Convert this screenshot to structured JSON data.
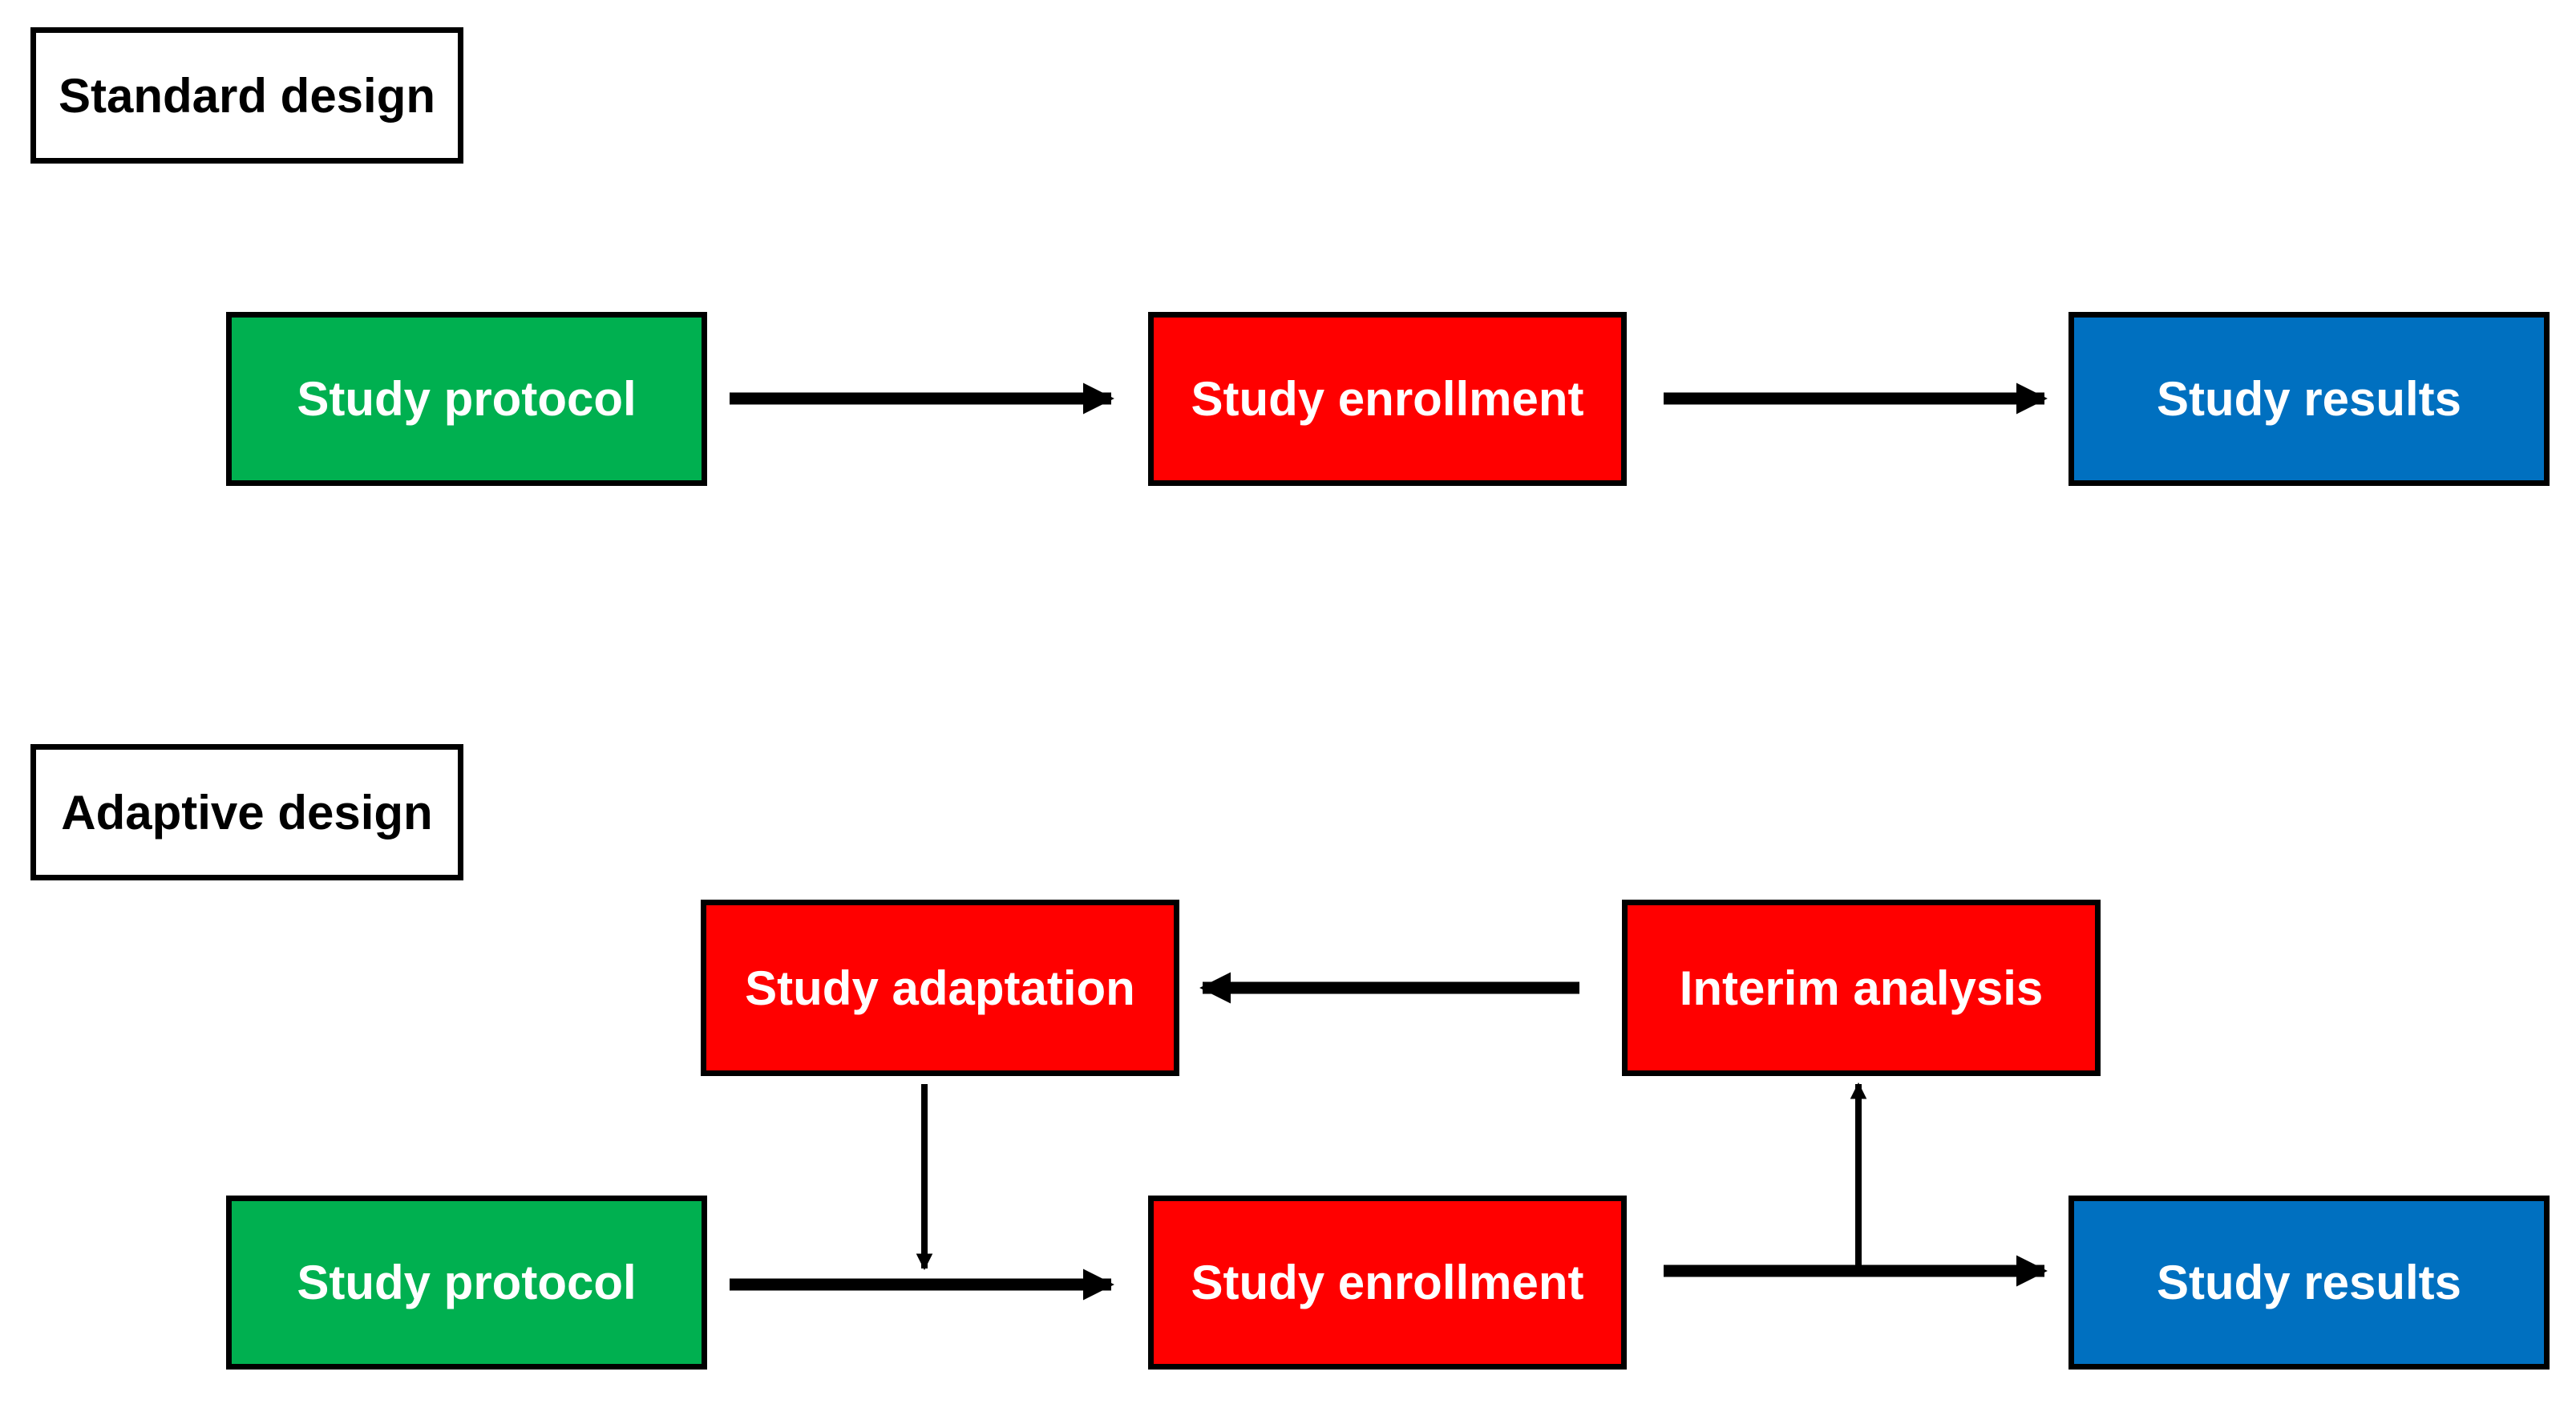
{
  "colors": {
    "green": "#00B050",
    "red": "#FF0000",
    "blue": "#0070C0",
    "border": "#000000",
    "arrow": "#000000"
  },
  "standard": {
    "label": "Standard design",
    "protocol": "Study protocol",
    "enrollment": "Study enrollment",
    "results": "Study results"
  },
  "adaptive": {
    "label": "Adaptive design",
    "adaptation": "Study adaptation",
    "interim": "Interim analysis",
    "protocol": "Study protocol",
    "enrollment": "Study enrollment",
    "results": "Study results"
  }
}
